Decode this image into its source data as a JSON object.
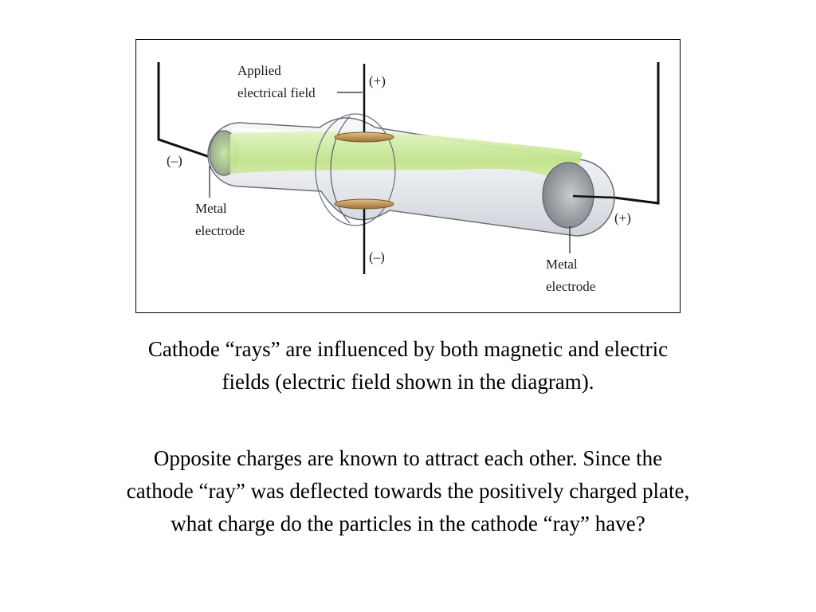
{
  "diagram": {
    "labels": {
      "applied_field_line1": "Applied",
      "applied_field_line2": "electrical field",
      "top_plate_sign": "(+)",
      "bottom_plate_sign": "(–)",
      "left_electrode_sign": "(–)",
      "right_electrode_sign": "(+)",
      "left_electrode_line1": "Metal",
      "left_electrode_line2": "electrode",
      "right_electrode_line1": "Metal",
      "right_electrode_line2": "electrode"
    },
    "colors": {
      "tube_glass": "#e9ebee",
      "beam": "#c4e58a",
      "plates": "#c79a5a",
      "electrode": "#9a9ca0"
    }
  },
  "text": {
    "caption_line1": "Cathode “rays” are influenced by both magnetic and electric",
    "caption_line2": "fields (electric field shown in the diagram).",
    "question_line1": "Opposite charges are known to attract each other.  Since the",
    "question_line2": "cathode “ray” was deflected towards the positively charged plate,",
    "question_line3": "what charge do the particles in the cathode “ray” have?"
  }
}
